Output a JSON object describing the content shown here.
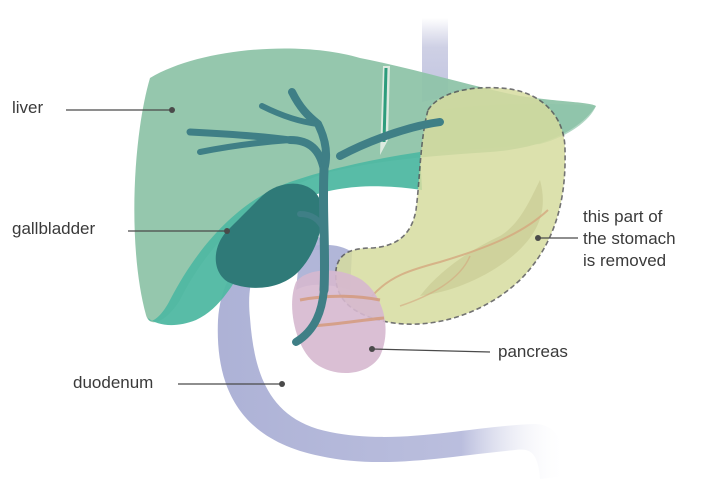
{
  "labels": {
    "liver": "liver",
    "gallbladder": "gallbladder",
    "duodenum": "duodenum",
    "pancreas": "pancreas",
    "stomach_line1": "this part of",
    "stomach_line2": "the stomach",
    "stomach_line3": "is removed"
  },
  "colors": {
    "liver": "#8fc4a9",
    "liver_lower": "#4fb8a2",
    "gallbladder": "#2f7a78",
    "bile_duct": "#3f7f86",
    "stomach": "#d6dc9f",
    "stomach_dashed_outline": "#5a5a5a",
    "duodenum": "#a9aed4",
    "pancreas": "#d6b8cf",
    "vessel": "#d39a7c",
    "esophagus": "#c9cbe2",
    "leader_line": "#4a4a4a"
  }
}
